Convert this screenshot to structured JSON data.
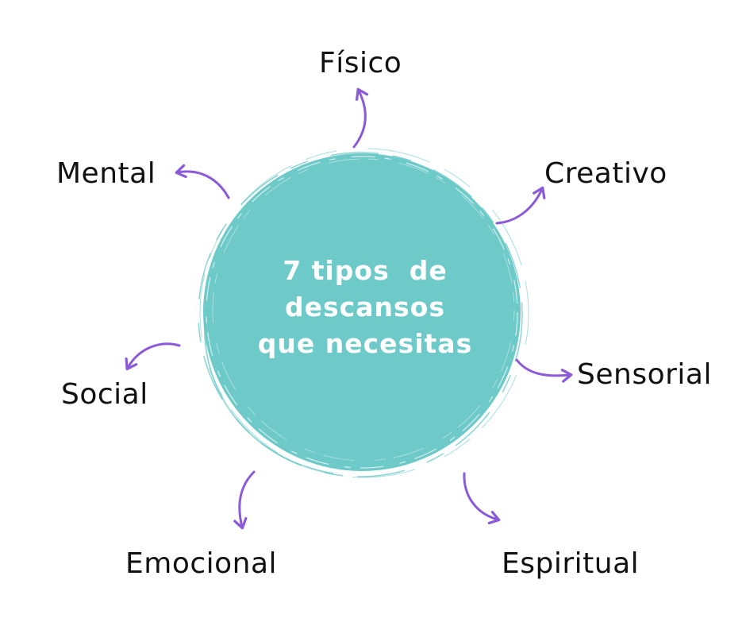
{
  "diagram": {
    "type": "radial-mind-map",
    "center": {
      "lines": [
        "7 tipos  de",
        "descansos",
        "que necesitas"
      ],
      "fill_color": "#6ec9c9",
      "text_color": "#ffffff"
    },
    "arrow_color": "#8a5ad8",
    "nodes": [
      {
        "id": "fisico",
        "label": "Físico"
      },
      {
        "id": "creativo",
        "label": "Creativo"
      },
      {
        "id": "sensorial",
        "label": "Sensorial"
      },
      {
        "id": "espiritual",
        "label": "Espiritual"
      },
      {
        "id": "emocional",
        "label": "Emocional"
      },
      {
        "id": "social",
        "label": "Social"
      },
      {
        "id": "mental",
        "label": "Mental"
      }
    ]
  }
}
